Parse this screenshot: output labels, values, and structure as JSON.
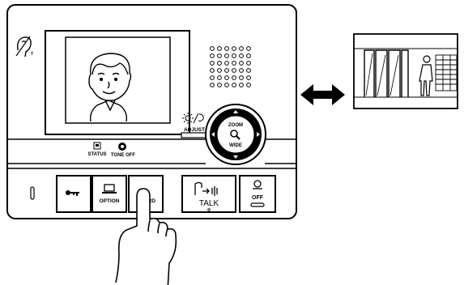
{
  "monitor": {
    "adjust_label": "ADJUST",
    "zoom_label": "ZOOM",
    "wide_label": "WIDE",
    "status_label": "STATUS",
    "tone_off_label": "TONE OFF",
    "buttons": {
      "key_label": "",
      "option_label": "OPTION",
      "guard_label": "GUARD",
      "talk_label": "TALK",
      "off_label": "OFF"
    }
  },
  "icons": {
    "hearing": "hearing-aid-icon",
    "key": "key-icon",
    "option": "monitor-icon",
    "talk": "door-talk-icon",
    "off": "power-icon",
    "adjust": "brightness-volume-icon",
    "status": "status-icon",
    "tone_off": "tone-off-icon",
    "arrow": "double-arrow-icon",
    "hand": "pointing-hand-icon"
  },
  "colors": {
    "line": "#000000",
    "screen": "#ffffff",
    "body": "#ffffff"
  }
}
